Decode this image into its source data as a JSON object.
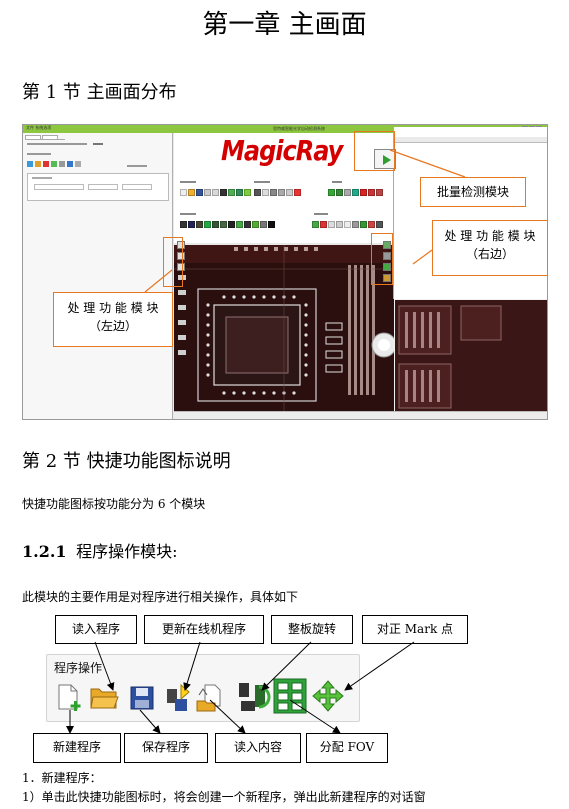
{
  "chapter_title": "第一章  主画面",
  "section1": {
    "title": "第 1 节  主画面分布",
    "screenshot": {
      "menu_text": "文件    系统选项",
      "app_title": "MagicRay",
      "window_title": "思特威智能光学自动检测系统",
      "callouts": {
        "batch": "批量检测模块",
        "right_line1": "处 理 功 能 模 块",
        "right_line2": "（右边）",
        "left_line1": "处 理 功 能 模 块",
        "left_line2": "（左边）"
      }
    }
  },
  "section2": {
    "title": "第 2 节  快捷功能图标说明",
    "intro": "快捷功能图标按功能分为 6 个模块"
  },
  "subsection": {
    "number": "1.2.1",
    "title": "程序操作模块:",
    "desc": "此模块的主要作用是对程序进行相关操作，具体如下",
    "toolbar_title": "程序操作",
    "top_labels": [
      "读入程序",
      "更新在线机程序",
      "整板旋转",
      "对正 Mark 点"
    ],
    "bottom_labels": [
      "新建程序",
      "保存程序",
      "读入内容",
      "分配 FOV"
    ],
    "list_item": "1．新建程序：",
    "list_detail": "1）单击此快捷功能图标时，将会创建一个新程序，弹出此新建程序的对话窗"
  },
  "colors": {
    "callout_orange": "#e87722",
    "titlebar_green": "#8dc63f",
    "logo_red": "#d40000"
  }
}
